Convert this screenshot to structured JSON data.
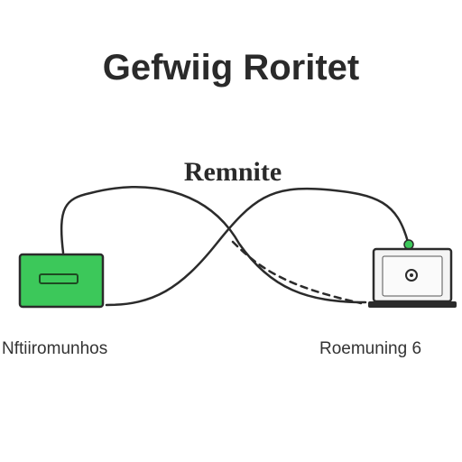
{
  "title": "Gefwiig Roritet",
  "center_label": "Remnite",
  "left_device": {
    "label": "Nftiiromunhos",
    "icon": "green-device-icon",
    "color": "#3cc85a"
  },
  "right_device": {
    "label": "Roemuning 6",
    "icon": "laptop-icon",
    "indicator_color": "#3cc85a"
  },
  "colors": {
    "line": "#2b2b2b",
    "device_outline": "#2b2b2b",
    "laptop_screen": "#f4f4f4"
  }
}
